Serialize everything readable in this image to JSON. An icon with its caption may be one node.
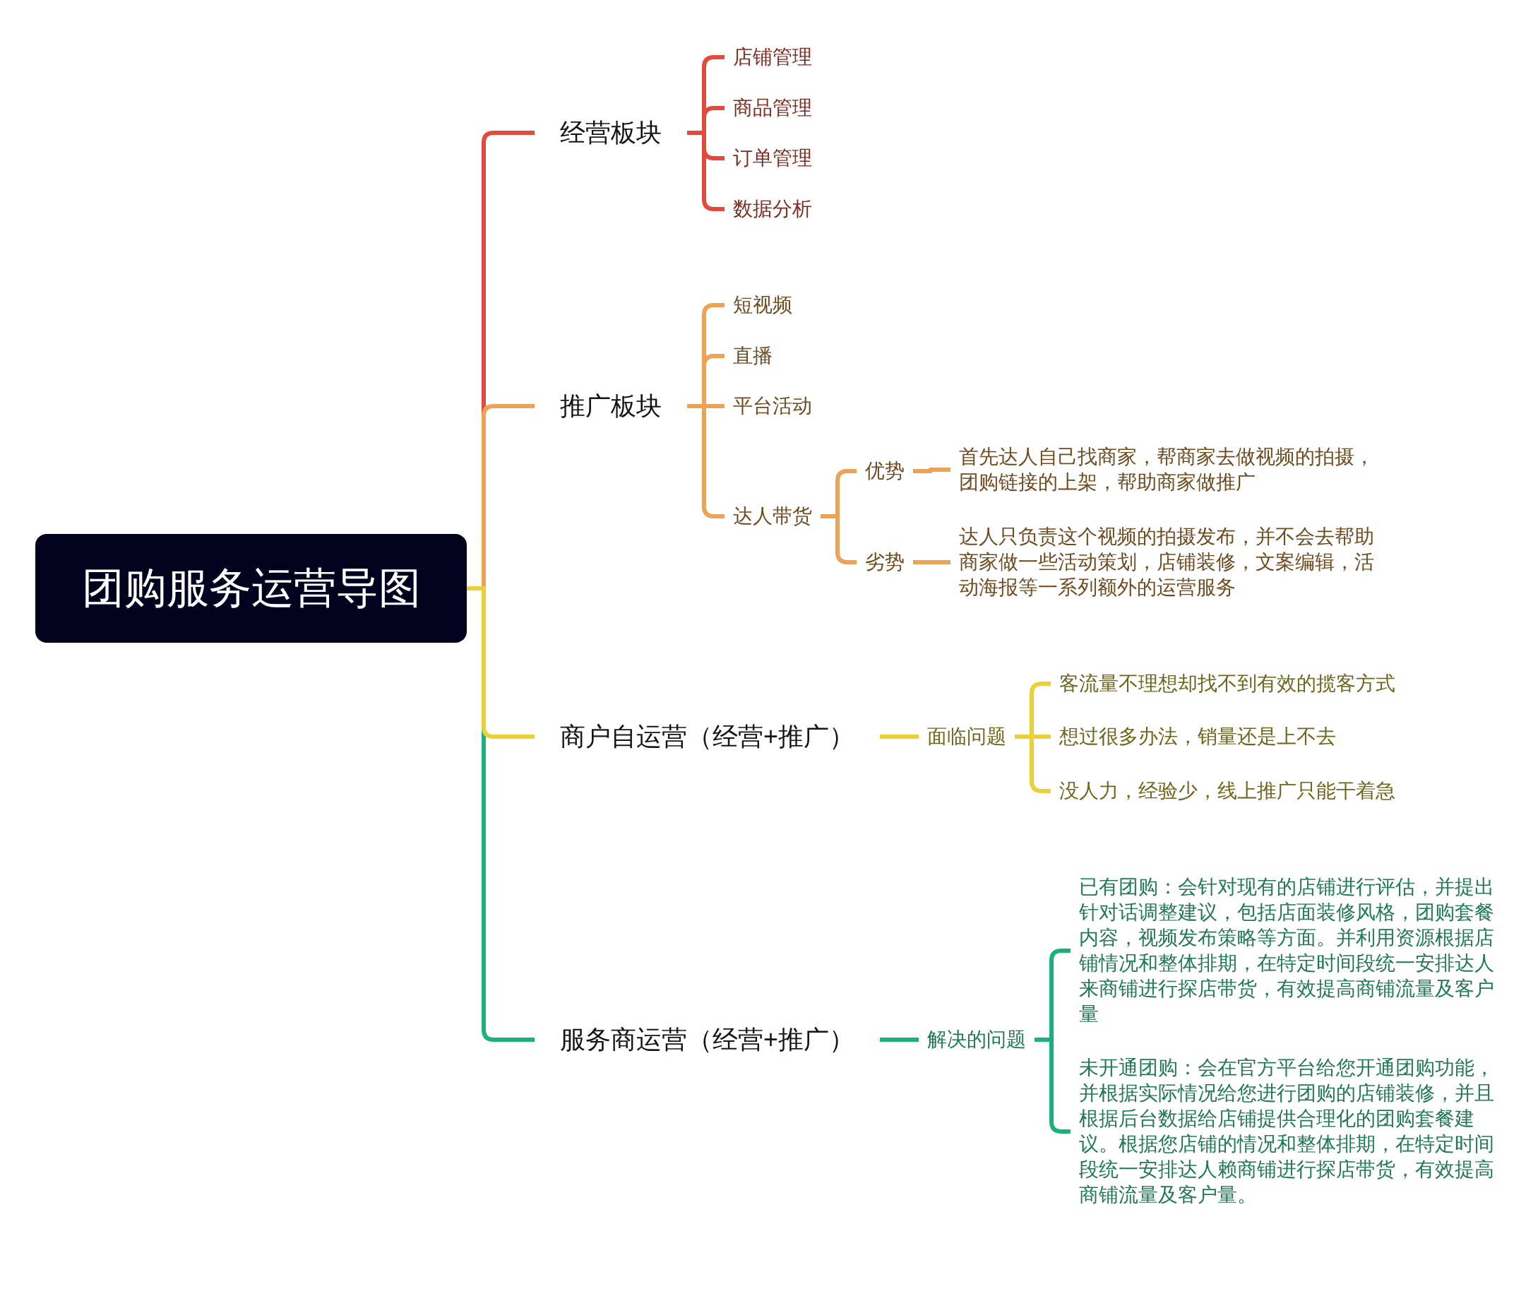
{
  "diagram": {
    "nodes": [
      {
        "text": [
          "团购服务运营导图"
        ]
      },
      {
        "text": [
          "经营板块"
        ]
      },
      {
        "text": [
          "店铺管理"
        ]
      },
      {
        "text": [
          "商品管理"
        ]
      },
      {
        "text": [
          "订单管理"
        ]
      },
      {
        "text": [
          "数据分析"
        ]
      },
      {
        "text": [
          "推广板块"
        ]
      },
      {
        "text": [
          "短视频"
        ]
      },
      {
        "text": [
          "直播"
        ]
      },
      {
        "text": [
          "平台活动"
        ]
      },
      {
        "text": [
          "达人带货"
        ]
      },
      {
        "text": [
          "优势"
        ]
      },
      {
        "text": [
          "首先达人自己找商家，帮商家去做视频的拍摄，团购链接的上架，帮助商家做推广"
        ]
      },
      {
        "text": [
          "劣势"
        ]
      },
      {
        "text": [
          "达人只负责这个视频的拍摄发布，并不会去帮助商家做一些活动策划，店铺装修，文案编辑，活动海报等一系列额外的运营服务"
        ]
      },
      {
        "text": [
          "商户自运营（经营+推广）"
        ]
      },
      {
        "text": [
          "面临问题"
        ]
      },
      {
        "text": [
          "客流量不理想却找不到有效的揽客方式"
        ]
      },
      {
        "text": [
          "想过很多办法，销量还是上不去"
        ]
      },
      {
        "text": [
          "没人力，经验少，线上推广只能干着急"
        ]
      },
      {
        "text": [
          "服务商运营（经营+推广）"
        ]
      },
      {
        "text": [
          "解决的问题"
        ]
      },
      {
        "text": [
          "已有团购：会针对现有的店铺进行评估，并提出针对话调整建议，包括店面装修风格，团购套餐内容，视频发布策略等方面。并利用资源根据店铺情况和整体排期，在特定时间段统一安排达人来商铺进行探店带货，有效提高商铺流量及客户量"
        ]
      },
      {
        "text": [
          "未开通团购：会在官方平台给您开通团购功能，并根据实际情况给您进行团购的店铺装修，并且根据后台数据给店铺提供合理化的团购套餐建议。根据您店铺的情况和整体排期，在特定时间段统一安排达人赖商铺进行探店带货，有效提高商铺流量及客户量。"
        ]
      }
    ],
    "edges": [
      {
        "from": 0,
        "to": 1,
        "arrow": "none",
        "color": "#e4493d"
      },
      {
        "from": 1,
        "to": 2,
        "arrow": "none",
        "color": "#e4493d"
      },
      {
        "from": 1,
        "to": 3,
        "arrow": "none",
        "color": "#e4493d"
      },
      {
        "from": 1,
        "to": 4,
        "arrow": "none",
        "color": "#e4493d"
      },
      {
        "from": 1,
        "to": 5,
        "arrow": "none",
        "color": "#e4493d"
      },
      {
        "from": 0,
        "to": 6,
        "arrow": "none"
      },
      {
        "from": 6,
        "to": 7,
        "arrow": "none"
      },
      {
        "from": 6,
        "to": 8,
        "arrow": "none"
      },
      {
        "from": 6,
        "to": 9,
        "arrow": "none"
      },
      {
        "from": 6,
        "to": 10,
        "arrow": "none"
      },
      {
        "from": 10,
        "to": 11,
        "arrow": "none"
      },
      {
        "from": 11,
        "to": 12,
        "arrow": "none"
      },
      {
        "from": 10,
        "to": 13,
        "arrow": "none"
      },
      {
        "from": 13,
        "to": 14,
        "arrow": "none"
      },
      {
        "from": 0,
        "to": 15,
        "arrow": "none",
        "color": "#ebd03a"
      },
      {
        "from": 15,
        "to": 16,
        "arrow": "none",
        "color": "#ebd03a"
      },
      {
        "from": 16,
        "to": 17,
        "arrow": "none",
        "color": "#ebd03a"
      },
      {
        "from": 16,
        "to": 18,
        "arrow": "none",
        "color": "#ebd03a"
      },
      {
        "from": 16,
        "to": 19,
        "arrow": "none",
        "color": "#ebd03a"
      },
      {
        "from": 0,
        "to": 20,
        "arrow": "none",
        "color": "#1cb07b"
      },
      {
        "from": 20,
        "to": 21,
        "arrow": "none",
        "color": "#1cb07b"
      },
      {
        "from": 21,
        "to": 22,
        "arrow": "none",
        "color": "#1cb07b"
      },
      {
        "from": 21,
        "to": 23,
        "arrow": "none",
        "color": "#1cb07b"
      }
    ]
  }
}
